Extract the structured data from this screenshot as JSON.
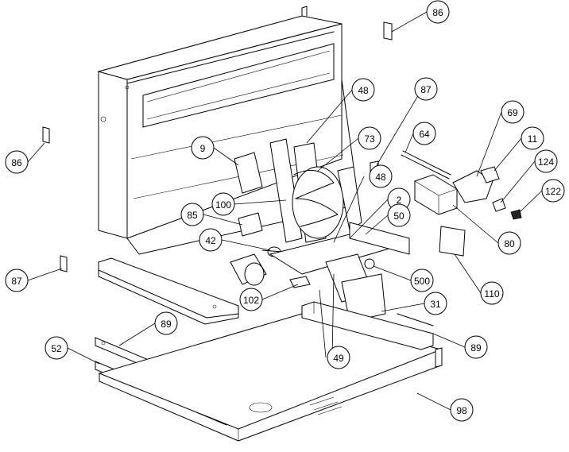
{
  "diagram": {
    "callouts": [
      {
        "id": "c86a",
        "label": "86"
      },
      {
        "id": "c86b",
        "label": "86"
      },
      {
        "id": "c87a",
        "label": "87"
      },
      {
        "id": "c87b",
        "label": "87"
      },
      {
        "id": "c48a",
        "label": "48"
      },
      {
        "id": "c48b",
        "label": "48"
      },
      {
        "id": "c9",
        "label": "9"
      },
      {
        "id": "c73",
        "label": "73"
      },
      {
        "id": "c64",
        "label": "64"
      },
      {
        "id": "c69",
        "label": "69"
      },
      {
        "id": "c11",
        "label": "11"
      },
      {
        "id": "c124",
        "label": "124"
      },
      {
        "id": "c122",
        "label": "122"
      },
      {
        "id": "c100",
        "label": "100"
      },
      {
        "id": "c2",
        "label": "2"
      },
      {
        "id": "c85",
        "label": "85"
      },
      {
        "id": "c50",
        "label": "50"
      },
      {
        "id": "c80",
        "label": "80"
      },
      {
        "id": "c42",
        "label": "42"
      },
      {
        "id": "c110",
        "label": "110"
      },
      {
        "id": "c500",
        "label": "500"
      },
      {
        "id": "c102",
        "label": "102"
      },
      {
        "id": "c31",
        "label": "31"
      },
      {
        "id": "c89a",
        "label": "89"
      },
      {
        "id": "c89b",
        "label": "89"
      },
      {
        "id": "c52",
        "label": "52"
      },
      {
        "id": "c49",
        "label": "49"
      },
      {
        "id": "c98",
        "label": "98"
      }
    ]
  }
}
